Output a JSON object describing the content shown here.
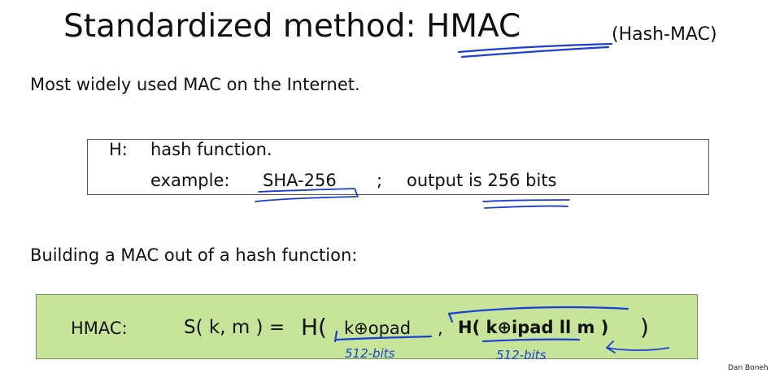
{
  "slide": {
    "title": "Standardized method:  HMAC",
    "title_sub": "(Hash-MAC)",
    "intro": "Most widely used MAC on the Internet.",
    "hash_box": {
      "label": "H:",
      "description": "hash function.",
      "example_label": "example:",
      "example_value": "SHA-256",
      "separator": ";",
      "output_text": "output is 256 bits"
    },
    "building": "Building a MAC out of a hash function:",
    "hmac": {
      "label": "HMAC:",
      "lhs": "S( k, m ) =",
      "h_open": "H(",
      "outer_key": "k⊕opad",
      "comma": ",",
      "inner": "H( k⊕ipad ll m )",
      "close": ")"
    },
    "annotations": {
      "outer_note": "512-bits",
      "inner_note": "512-bits"
    },
    "credit": "Dan Boneh"
  },
  "colors": {
    "ink": "#1a3ed6",
    "hmac_background": "#c6e598"
  }
}
